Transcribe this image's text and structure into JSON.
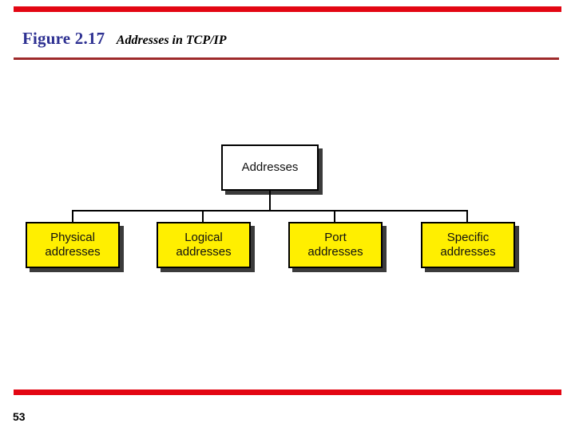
{
  "slide": {
    "page_number": "53",
    "accent_color": "#e30613",
    "rule_color": "#9e2a2b",
    "background": "#ffffff"
  },
  "title": {
    "figure_label": "Figure 2.17",
    "figure_label_color": "#2e3192",
    "caption": "Addresses in TCP/IP",
    "caption_color": "#000000"
  },
  "diagram": {
    "type": "tree",
    "root": {
      "label": "Addresses",
      "fill": "#ffffff",
      "border": "#000000"
    },
    "children": [
      {
        "line1": "Physical",
        "line2": "addresses",
        "fill": "#ffef00"
      },
      {
        "line1": "Logical",
        "line2": "addresses",
        "fill": "#ffef00"
      },
      {
        "line1": "Port",
        "line2": "addresses",
        "fill": "#ffef00"
      },
      {
        "line1": "Specific",
        "line2": "addresses",
        "fill": "#ffef00"
      }
    ]
  }
}
